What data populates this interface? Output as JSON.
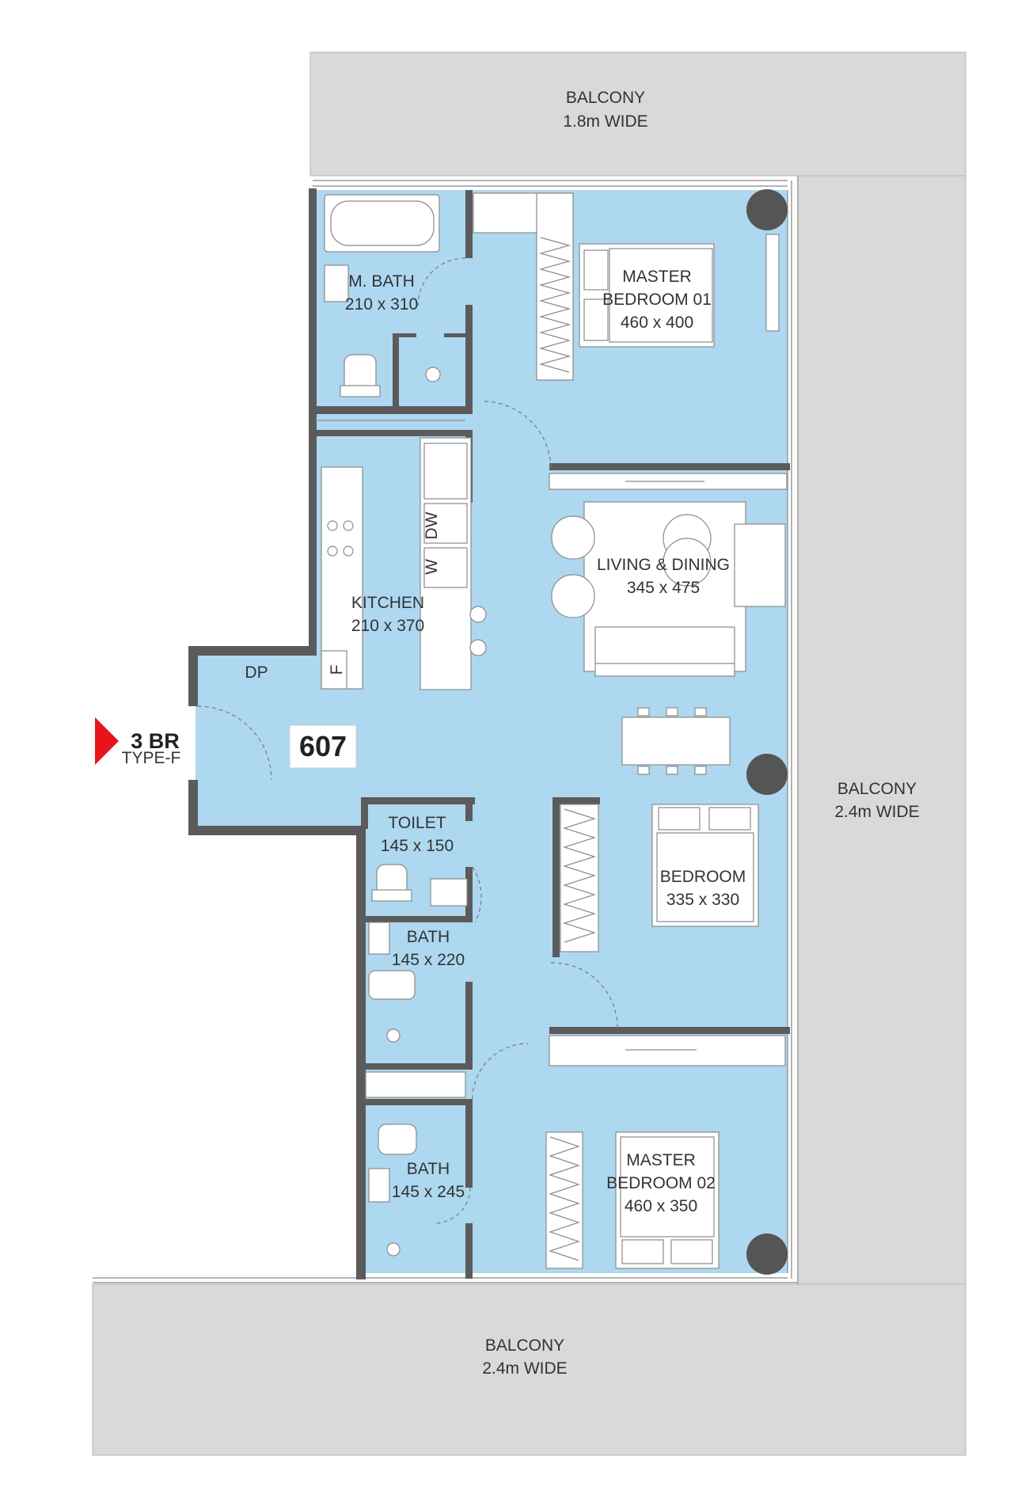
{
  "unit": {
    "number": "607",
    "type_main": "3 BR",
    "type_sub": "TYPE-F"
  },
  "rooms": {
    "master_bath": {
      "name": "M. BATH",
      "size": "210 x 310"
    },
    "master_bedroom_01": {
      "name_line1": "MASTER",
      "name_line2": "BEDROOM 01",
      "size": "460 x 400"
    },
    "kitchen": {
      "name": "KITCHEN",
      "size": "210 x 370"
    },
    "living_dining": {
      "name": "LIVING & DINING",
      "size": "345 x 475"
    },
    "dp": {
      "name": "DP"
    },
    "toilet": {
      "name": "TOILET",
      "size": "145 x 150"
    },
    "bath_1": {
      "name": "BATH",
      "size": "145 x 220"
    },
    "bedroom": {
      "name": "BEDROOM",
      "size": "335 x 330"
    },
    "bath_2": {
      "name": "BATH",
      "size": "145 x 245"
    },
    "master_bedroom_02": {
      "name_line1": "MASTER",
      "name_line2": "BEDROOM 02",
      "size": "460 x 350"
    }
  },
  "balconies": {
    "top": {
      "name": "BALCONY",
      "width": "1.8m WIDE"
    },
    "right": {
      "name": "BALCONY",
      "width": "2.4m WIDE"
    },
    "bottom": {
      "name": "BALCONY",
      "width": "2.4m WIDE"
    }
  },
  "appliances": {
    "dishwasher": "DW",
    "washer": "W",
    "fridge": "F"
  },
  "colors": {
    "interior": "#add8f0",
    "balcony": "#d9d9d9",
    "wall": "#5b5b5b",
    "entry_arrow": "#e8141b"
  }
}
